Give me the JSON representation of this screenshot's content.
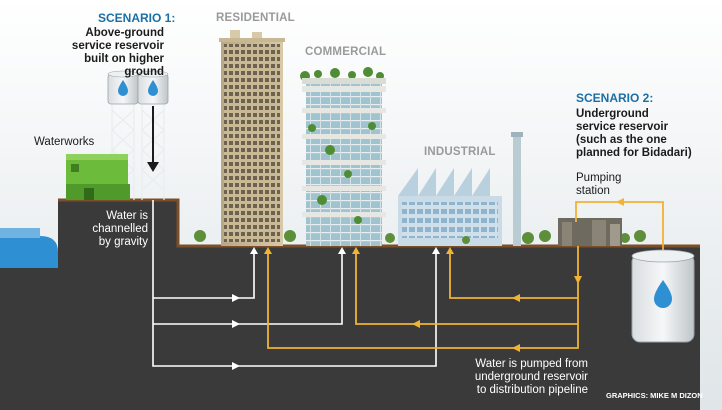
{
  "scenario1": {
    "heading": "SCENARIO 1:",
    "lines": [
      "Above-ground",
      "service reservoir",
      "built on higher ground"
    ]
  },
  "scenario2": {
    "heading": "SCENARIO 2:",
    "lines": [
      "Underground",
      "service reservoir",
      "(such as the one",
      "planned for Bidadari)"
    ]
  },
  "zones": {
    "residential": "RESIDENTIAL",
    "commercial": "COMMERCIAL",
    "industrial": "INDUSTRIAL"
  },
  "labels": {
    "waterworks": "Waterworks",
    "pumping_station": [
      "Pumping",
      "station"
    ],
    "gravity": [
      "Water is",
      "channelled",
      "by gravity"
    ],
    "pumped": [
      "Water is pumped from",
      "underground reservoir",
      "to distribution pipeline"
    ],
    "credit": "GRAPHICS: MIKE M DIZON"
  },
  "colors": {
    "gravity_pipe": "#ffffff",
    "pumped_pipe": "#f2b233",
    "heading_blue": "#1a6fa8",
    "water_blue": "#2f8fd3",
    "ground": "#3a3a3a"
  },
  "icons": [
    "water-drop-icon",
    "down-arrow-icon"
  ]
}
